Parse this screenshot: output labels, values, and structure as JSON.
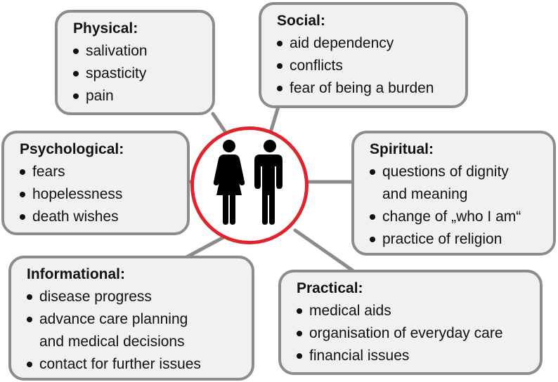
{
  "center": {
    "icon": "woman-and-man-icon",
    "ring_color": "#e0242d"
  },
  "box_border_color": "#8c8c8c",
  "box_fill_color": "#f1f1f1",
  "categories": {
    "physical": {
      "title": "Physical:",
      "items": [
        "salivation",
        "spasticity",
        "pain"
      ]
    },
    "social": {
      "title": "Social:",
      "items": [
        "aid dependency",
        "conflicts",
        "fear of being a burden"
      ]
    },
    "psychological": {
      "title": "Psychological:",
      "items": [
        "fears",
        "hopelessness",
        "death wishes"
      ]
    },
    "spiritual": {
      "title": "Spiritual:",
      "items": [
        "questions of dignity",
        "and meaning",
        "change of „who I am“",
        "practice of religion"
      ]
    },
    "informational": {
      "title": "Informational:",
      "items": [
        "disease progress",
        "advance care planning",
        "and medical decisions",
        "contact for further issues"
      ]
    },
    "practical": {
      "title": "Practical:",
      "items": [
        "medical aids",
        "organisation of everyday care",
        "financial issues"
      ]
    }
  }
}
